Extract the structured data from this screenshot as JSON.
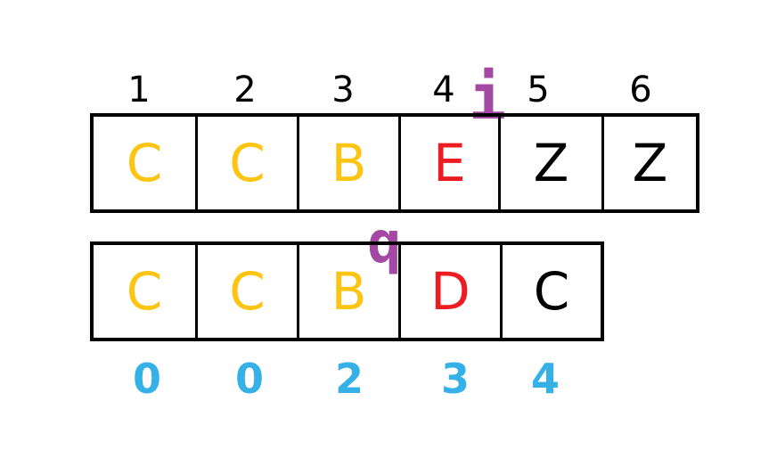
{
  "colors": {
    "matched": "#FDC511",
    "mismatch": "#EC1C24",
    "default": "#000000",
    "failure": "#35B1E8",
    "pointer": "#A349A4"
  },
  "text_indices": [
    "1",
    "2",
    "3",
    "4",
    "5",
    "6"
  ],
  "text_chars": [
    {
      "char": "C",
      "state": "matched"
    },
    {
      "char": "C",
      "state": "matched"
    },
    {
      "char": "B",
      "state": "matched"
    },
    {
      "char": "E",
      "state": "mismatch"
    },
    {
      "char": "Z",
      "state": "default"
    },
    {
      "char": "Z",
      "state": "default"
    }
  ],
  "pattern_chars": [
    {
      "char": "C",
      "state": "matched"
    },
    {
      "char": "C",
      "state": "matched"
    },
    {
      "char": "B",
      "state": "matched"
    },
    {
      "char": "D",
      "state": "mismatch"
    },
    {
      "char": "C",
      "state": "default"
    }
  ],
  "failure_values": [
    "0",
    "0",
    "2",
    "3",
    "4"
  ],
  "pointer_i": "i",
  "pointer_q": "q"
}
